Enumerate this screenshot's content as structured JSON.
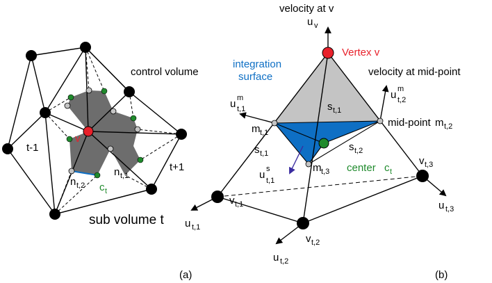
{
  "colors": {
    "red": "#e8212b",
    "blue": "#0e6fc4",
    "green": "#1f8a2c",
    "dark_gray": "#6d6d6d",
    "light_gray": "#c4c4c4",
    "navy_arrow": "#3a2ca0"
  },
  "panel_a": {
    "caption": "(a)",
    "control_volume": "control volume",
    "vertex_label": "v",
    "t_minus_1": "t-1",
    "t_plus_1": "t+1",
    "sub_volume": "sub volume t",
    "n_base": "n",
    "n_t2_sub": "t,2",
    "n_t1_sub": "t,1",
    "c_base": "c",
    "c_sub": "t"
  },
  "panel_b": {
    "caption": "(b)",
    "velocity_v_title": "velocity at v",
    "u_base": "u",
    "u_v_sub": "v",
    "vertex_v": "Vertex v",
    "integration_line1": "integration",
    "integration_line2": "surface",
    "velocity_mid_title": "velocity at mid-point",
    "sup_m": "m",
    "sup_s": "s",
    "sub_t1": "t,1",
    "sub_t2": "t,2",
    "sub_t3": "t,3",
    "m_base": "m",
    "s_base": "s",
    "v_base": "v",
    "mid_point_label": "mid-point",
    "center_label": "center",
    "c_base": "c",
    "c_sub": "t"
  }
}
